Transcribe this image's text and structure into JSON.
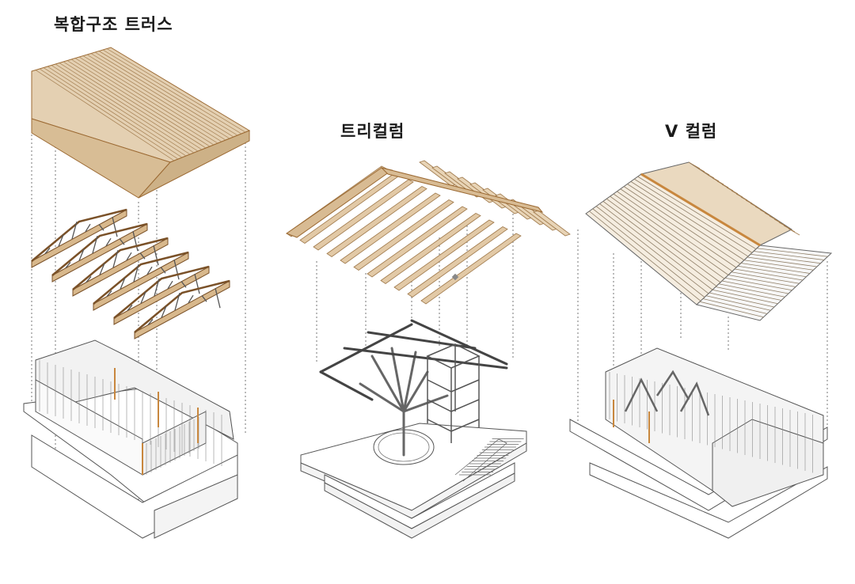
{
  "diagrams": [
    {
      "title": "복합구조 트러스"
    },
    {
      "title": "트리컬럼"
    },
    {
      "title": "V 컬럼"
    }
  ],
  "colors": {
    "timber": "#dcc4a2",
    "timber_dark": "#b98f5e",
    "truss_edge": "#9c6a33",
    "line": "#555555",
    "light_line": "#9a9a9a",
    "fill_white": "#ffffff"
  }
}
